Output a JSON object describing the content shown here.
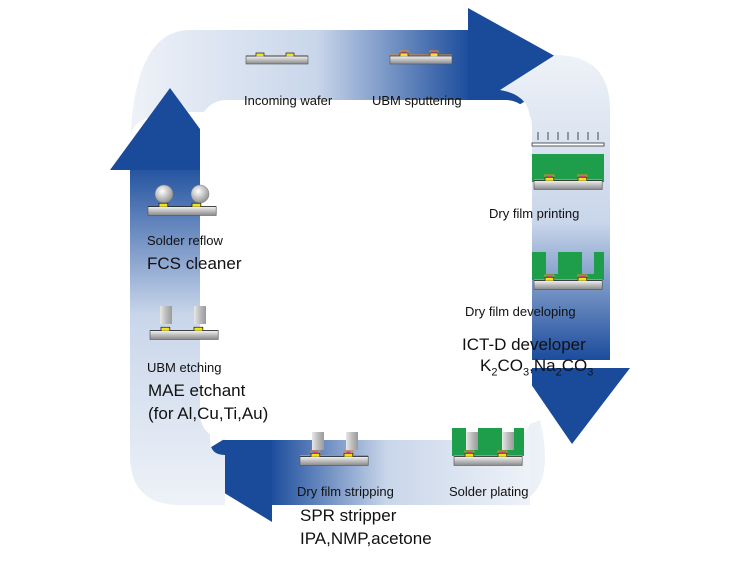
{
  "steps": {
    "incoming_wafer": "Incoming wafer",
    "ubm_sputtering": "UBM sputtering",
    "dry_film_printing": "Dry film printing",
    "dry_film_developing": "Dry film developing",
    "solder_plating": "Solder plating",
    "dry_film_stripping": "Dry film stripping",
    "ubm_etching": "UBM etching",
    "solder_reflow": "Solder reflow"
  },
  "chemicals": {
    "fcs_cleaner": "FCS cleaner",
    "ict_d_developer": "ICT-D developer",
    "developer_formula": {
      "k": "K",
      "k_sub": "2",
      "co3a": "CO",
      "co3a_sub": "3",
      "sep": ",Na",
      "na_sub": "2",
      "co3b": "CO",
      "co3b_sub": "3"
    },
    "mae_etchant": "MAE etchant",
    "mae_etchant_note": "(for Al,Cu,Ti,Au)",
    "spr_stripper": "SPR stripper",
    "spr_stripper_solvents": "IPA,NMP,acetone"
  },
  "colors": {
    "arrow_dark": "#1a4a9a",
    "band_light": "#dde6f3",
    "dry_film": "#1e9e4a",
    "wafer": "#c8c8c8",
    "pad": "#f2e21a",
    "ubm": "#e0308a",
    "solder": "#b8b8b8"
  }
}
